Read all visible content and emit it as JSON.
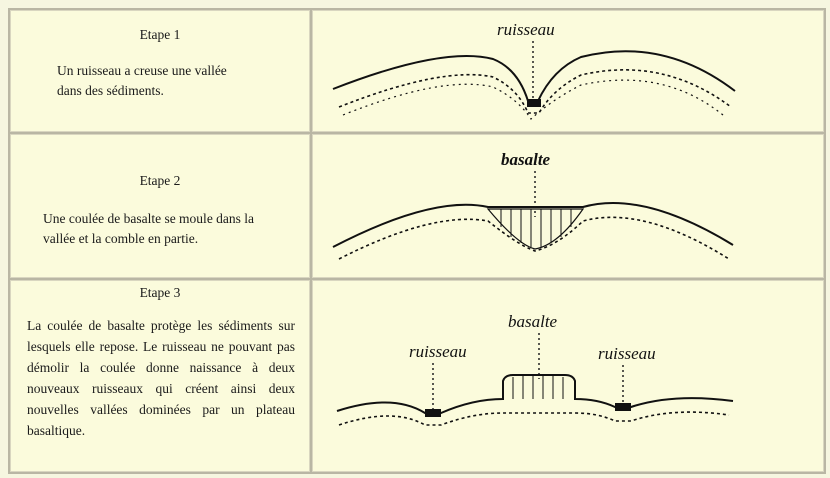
{
  "steps": [
    {
      "title": "Etape 1",
      "text_lines": [
        "Un ruisseau a creuse une vallée",
        "dans des sédiments."
      ],
      "label": "ruisseau"
    },
    {
      "title": "Etape 2",
      "text_lines": [
        "Une coulée de basalte se moule dans la",
        "vallée et la comble en partie."
      ],
      "label": "basalte"
    },
    {
      "title": "Etape 3",
      "text": "La coulée de basalte protège les sédiments sur lesquels elle repose. Le ruisseau ne pouvant pas démolir la coulée donne naissance à deux nouveaux ruisseaux qui créent ainsi deux nouvelles vallées dominées par un plateau basaltique.",
      "label_top": "basalte",
      "label_left": "ruisseau",
      "label_right": "ruisseau"
    }
  ]
}
